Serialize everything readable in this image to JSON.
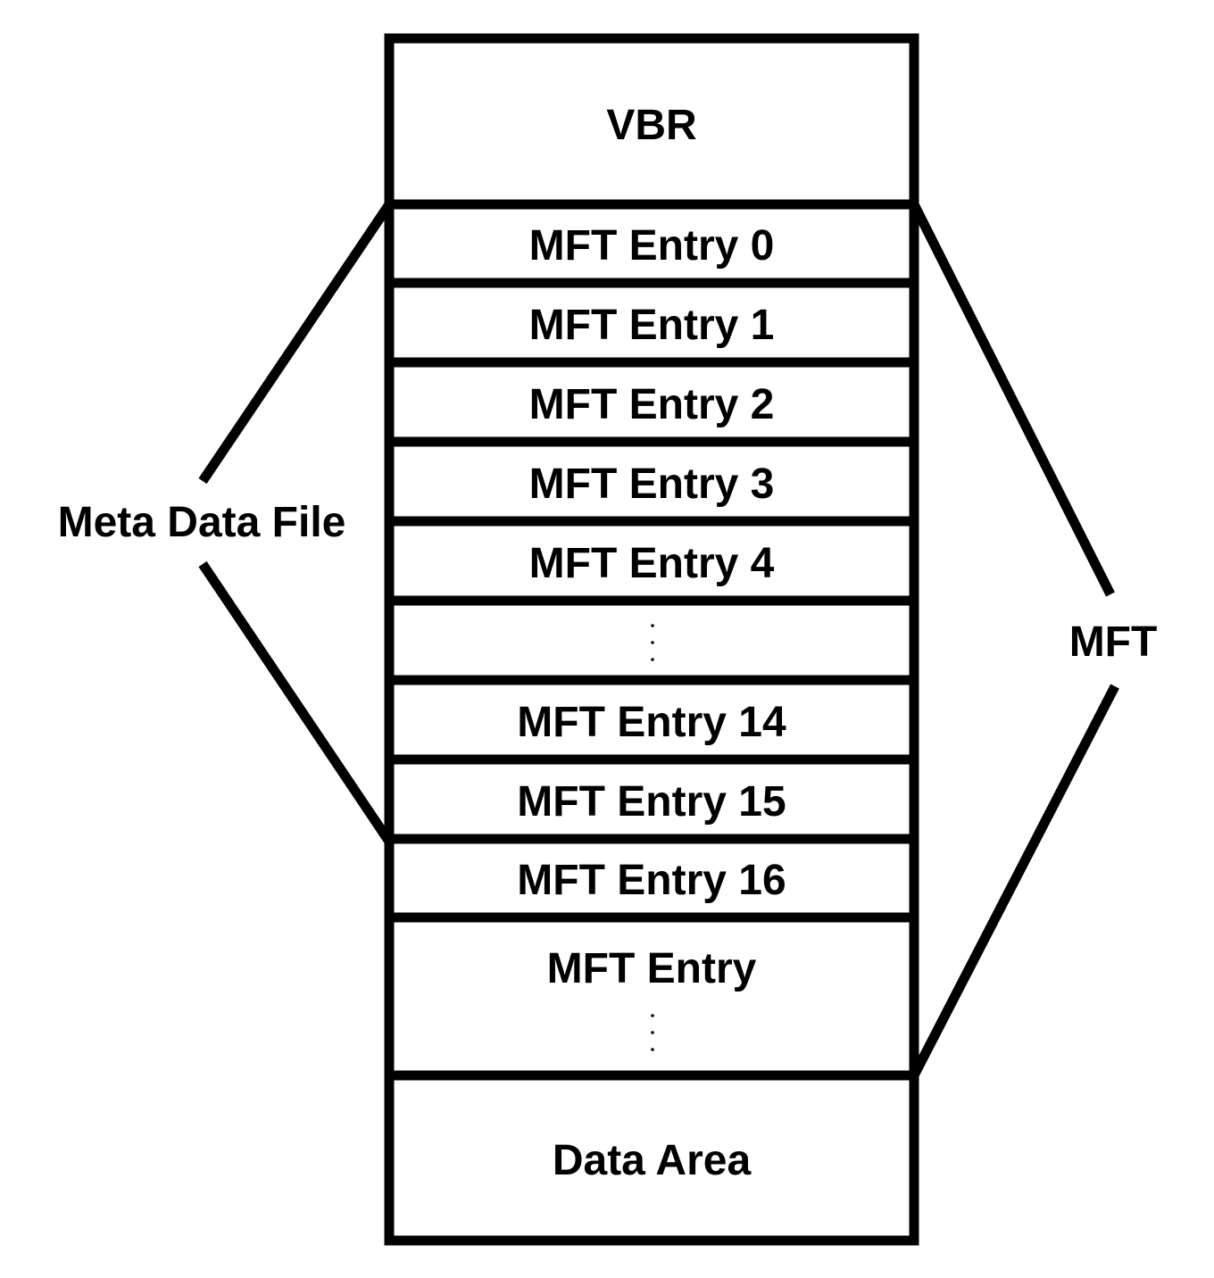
{
  "diagram": {
    "blocks": [
      {
        "id": "vbr",
        "label": "VBR"
      },
      {
        "id": "mft-entry-0",
        "label": "MFT Entry 0"
      },
      {
        "id": "mft-entry-1",
        "label": "MFT Entry 1"
      },
      {
        "id": "mft-entry-2",
        "label": "MFT Entry 2"
      },
      {
        "id": "mft-entry-3",
        "label": "MFT Entry 3"
      },
      {
        "id": "mft-entry-4",
        "label": "MFT Entry 4"
      },
      {
        "id": "ellipsis-row",
        "label": "",
        "dots": "⋮"
      },
      {
        "id": "mft-entry-14",
        "label": "MFT Entry 14"
      },
      {
        "id": "mft-entry-15",
        "label": "MFT Entry 15"
      },
      {
        "id": "mft-entry-16",
        "label": "MFT Entry 16"
      },
      {
        "id": "mft-entry-more",
        "label": "MFT Entry",
        "dots": "⋮"
      },
      {
        "id": "data-area",
        "label": "Data Area"
      }
    ],
    "brackets": {
      "meta_data_file": "Meta Data File",
      "mft": "MFT"
    },
    "colors": {
      "stroke": "#000000",
      "fill": "#ffffff",
      "text": "#000000"
    }
  }
}
